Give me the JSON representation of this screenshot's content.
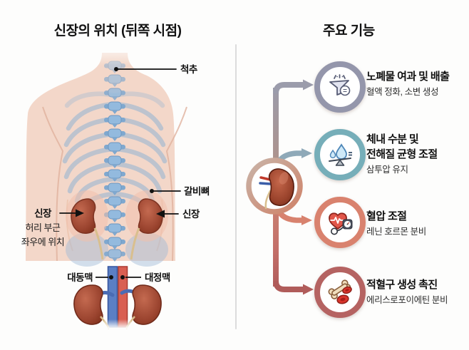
{
  "left_panel": {
    "title": "신장의 위치 (뒤쪽 시점)",
    "labels": {
      "spine": "척추",
      "ribs": "갈비뼈",
      "kidney_left": "신장",
      "kidney_left_note1": "허리 부근",
      "kidney_left_note2": "좌우에 위치",
      "kidney_right": "신장",
      "aorta": "대동맥",
      "vena_cava": "대정맥"
    }
  },
  "right_panel": {
    "title": "주요 기능",
    "functions": [
      {
        "title": "노폐물 여과 및 배출",
        "subtitle": "혈액 정화, 소변 생성",
        "icon": "funnel-icon",
        "ring_color": "#9496ab"
      },
      {
        "title": "체내 수분 및\n전해질 균형 조절",
        "subtitle": "삼투압 유지",
        "icon": "water-balance-icon",
        "ring_color": "#76aeb9"
      },
      {
        "title": "혈압 조절",
        "subtitle": "레닌 호르몬 분비",
        "icon": "heart-bp-icon",
        "ring_color": "#d9826e"
      },
      {
        "title": "적혈구 생성 촉진",
        "subtitle": "에리스로포이에틴 분비",
        "icon": "bone-rbc-icon",
        "ring_color": "#b56362"
      }
    ]
  },
  "colors": {
    "trunk_top": "#9b9cab",
    "trunk_mid": "#c98473",
    "trunk_bottom": "#b05c5a",
    "branch_filter": "#9b9cab",
    "branch_water": "#8fa9b8",
    "branch_pressure": "#d8826e",
    "branch_rbc": "#b05c5a",
    "skin": "#f3d7c9",
    "spine_blue": "#8db4d8",
    "rib_gray": "#b0bfd0",
    "kidney_red": "#a34a33",
    "aorta_blue_vessel": "#5b7fc4",
    "vena_red_vessel": "#d95f52",
    "divider": "#dcdcdc"
  }
}
